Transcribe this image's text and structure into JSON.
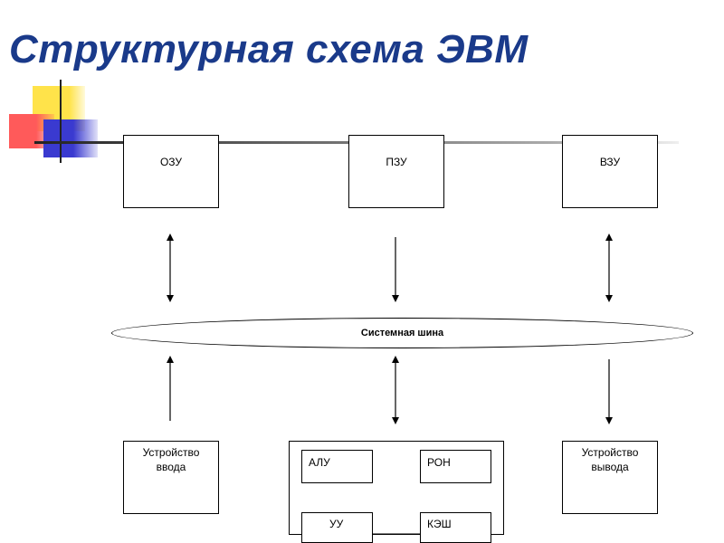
{
  "title": "Структурная схема ЭВМ",
  "nodes": {
    "ozu": "ОЗУ",
    "pzu": "ПЗУ",
    "vzu": "ВЗУ",
    "bus": "Системная шина",
    "input_device": "Устройство ввода",
    "output_device": "Устройство вывода",
    "alu": "АЛУ",
    "ron": "РОН",
    "uu": "УУ",
    "kesh": "КЭШ"
  },
  "colors": {
    "title": "#1a3a8a",
    "deco_yellow": "#ffe34a",
    "deco_red": "#ff5a5a",
    "deco_blue": "#3a3ad0"
  }
}
